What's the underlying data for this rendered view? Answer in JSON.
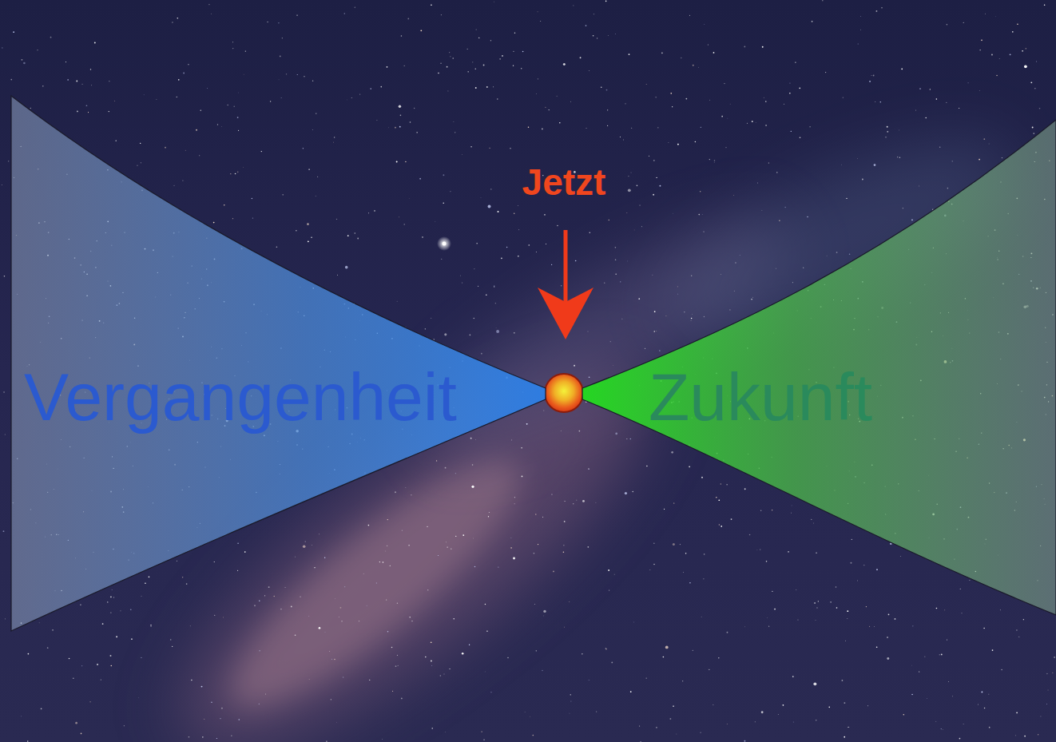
{
  "diagram": {
    "nodes": [
      {
        "text": [
          "Vergangenheit"
        ]
      },
      {
        "text": [
          "Zukunft"
        ]
      }
    ],
    "labels": [
      "Jetzt"
    ]
  }
}
